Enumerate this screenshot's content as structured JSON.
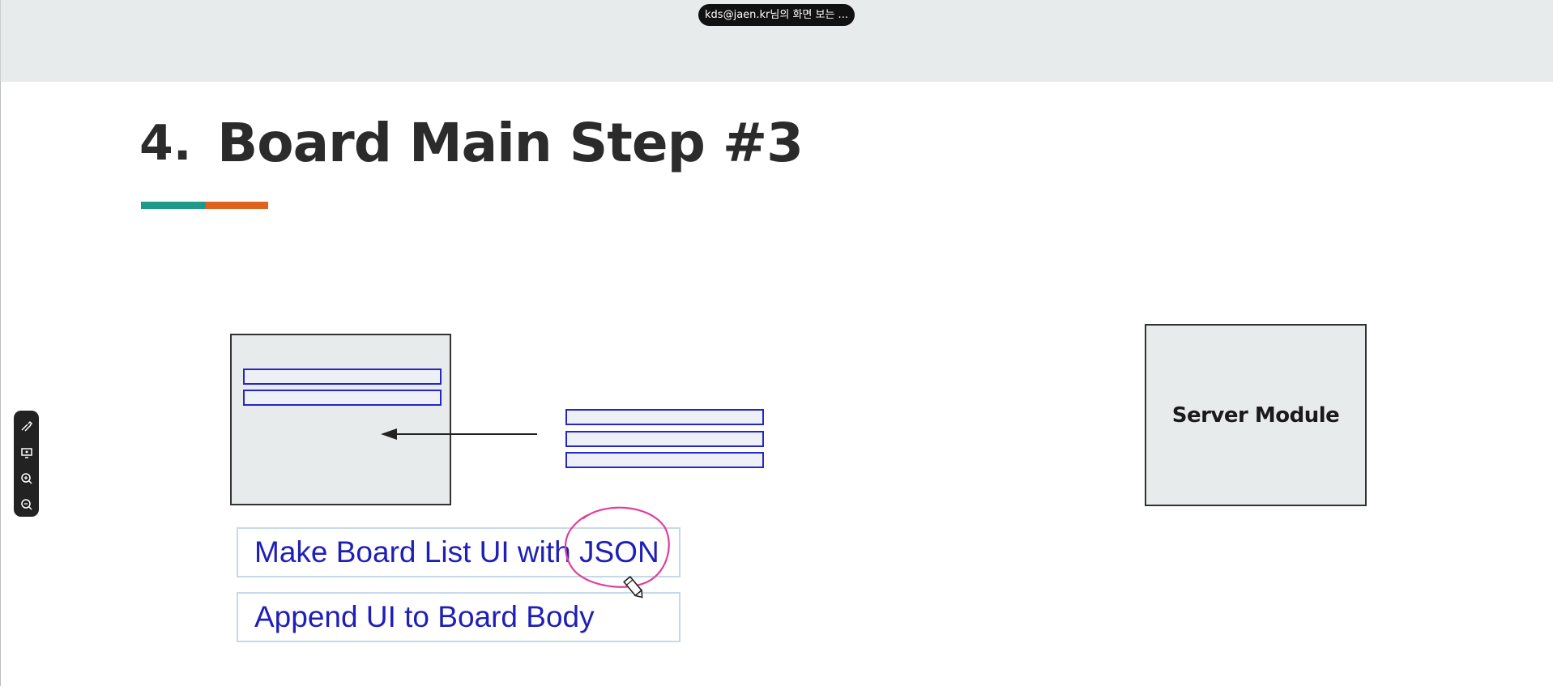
{
  "viewer_banner": {
    "text": "kds@jaen.kr님의 화면 보는 ..."
  },
  "slide": {
    "number": "4.",
    "title": "Board Main Step #3",
    "accent_colors": {
      "teal": "#1f9a8a",
      "orange": "#e0631c"
    }
  },
  "diagram": {
    "server_label": "Server Module",
    "steps": [
      {
        "label": "Make Board List UI with JSON"
      },
      {
        "label": "Append UI to Board Body"
      }
    ],
    "row_color": "#2525c8",
    "annotation_color": "#e0409a"
  },
  "toolbar": {
    "tools": [
      {
        "icon": "pen-draw-icon"
      },
      {
        "icon": "screen-share-icon"
      },
      {
        "icon": "zoom-in-icon"
      },
      {
        "icon": "zoom-out-icon"
      }
    ]
  }
}
